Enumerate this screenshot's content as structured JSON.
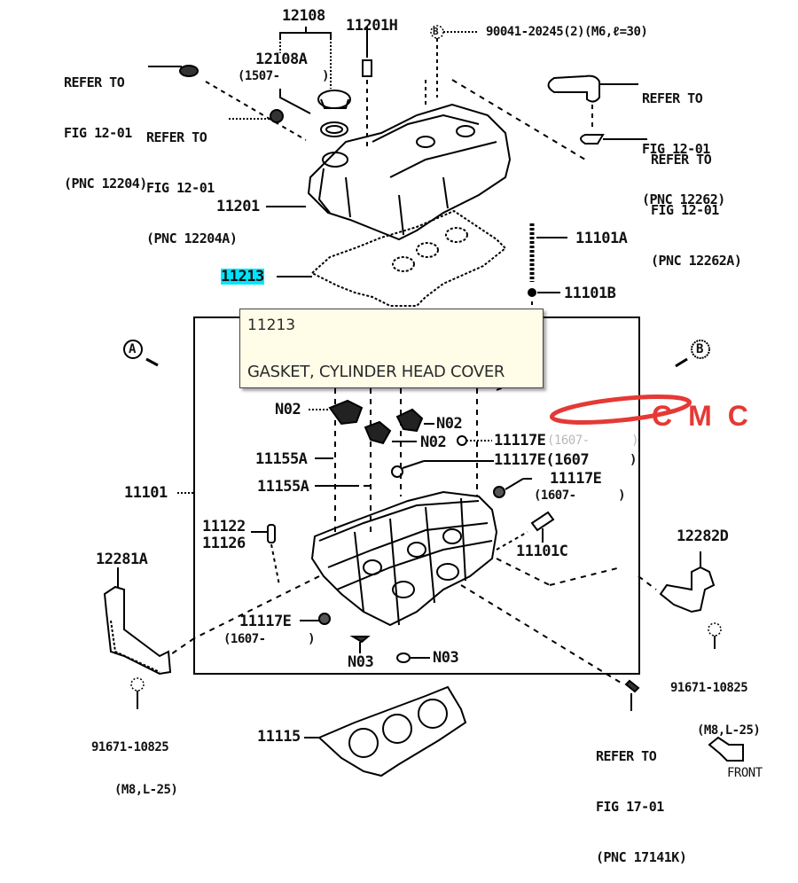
{
  "diagram": {
    "title": "Cylinder head & head cover parts diagram",
    "selected_part": "11213",
    "tooltip": {
      "part_number": "11213",
      "description": "GASKET, CYLINDER HEAD COVER"
    },
    "logo_text": "CMC",
    "logo_color": "#e53935",
    "highlight_color": "#00e5ff",
    "view_markers": {
      "a": "A",
      "b": "B"
    },
    "front_label": "FRONT",
    "labels": {
      "p12108": "12108",
      "p12108A": "12108A",
      "p12108A_date": "(1507-      )",
      "p11201H": "11201H",
      "bolt_ref_marker": "B",
      "bolt_ref": "90041-20245(2)(M6,ℓ=30)",
      "ref_12204": [
        "REFER TO",
        "FIG 12-01",
        "(PNC 12204)"
      ],
      "ref_12204A": [
        "REFER TO",
        "FIG 12-01",
        "(PNC 12204A)"
      ],
      "ref_12262": [
        "REFER TO",
        "FIG 12-01",
        "(PNC 12262)"
      ],
      "ref_12262A": [
        "REFER TO",
        "FIG 12-01",
        "(PNC 12262A)"
      ],
      "p11201": "11201",
      "p11213": "11213",
      "p11101A": "11101A",
      "p11101B": "11101B",
      "n02_a": "N02",
      "n02_b": "N02",
      "n02_c": "N02",
      "p11117E_1": "11117E",
      "p11117E_1_date": "(1607-      )",
      "p11117E_2": "11117E(1607",
      "p11117E_2_close": ")",
      "p11117E_3": "11117E",
      "p11117E_3_date": "(1607-      )",
      "p11155A_1": "11155A",
      "p11155A_2": "11155A",
      "p11101": "11101",
      "p11122": "11122",
      "p11126": "11126",
      "p11101C": "11101C",
      "p12281A": "12281A",
      "p12282D": "12282D",
      "p11117E_4": "11117E",
      "p11117E_4_date": "(1607-      )",
      "n03_a": "N03",
      "n03_b": "N03",
      "bolt_92671_left": [
        "91671-10825",
        "(M8,L-25)"
      ],
      "bolt_92671_right": [
        "91671-10825",
        "(M8,L-25)"
      ],
      "p11115": "11115",
      "ref_17141K": [
        "REFER TO",
        "FIG 17-01",
        "(PNC 17141K)"
      ]
    }
  }
}
